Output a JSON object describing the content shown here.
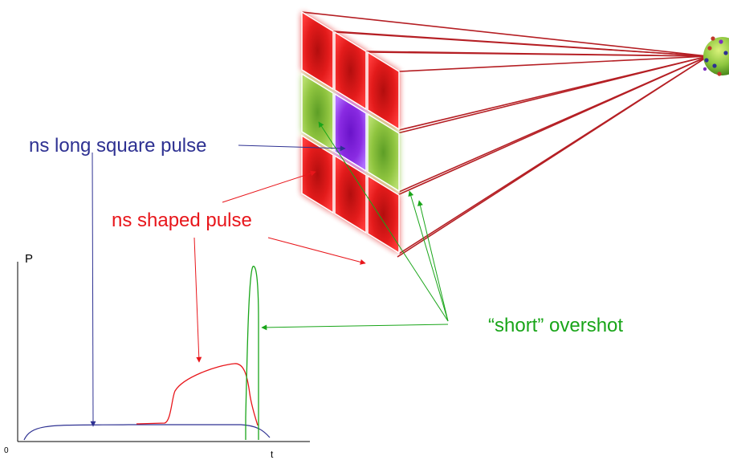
{
  "labels": {
    "square_pulse": "ns long square pulse",
    "shaped_pulse": "ns shaped pulse",
    "overshot": "“short” overshot"
  },
  "plot": {
    "y_axis_label": "P",
    "origin_label": "0",
    "x_axis_label": "t"
  },
  "colors": {
    "square": "#2e3192",
    "shaped": "#e8161b",
    "overshot": "#19a519",
    "beam": "#b51f24",
    "cell_red": "#e01a1a",
    "cell_green": "#8ec43e",
    "cell_purple": "#8a2be2"
  },
  "grid": {
    "rows": 3,
    "cols": 3,
    "cells": [
      "red",
      "red",
      "red",
      "green",
      "purple",
      "green",
      "red",
      "red",
      "red"
    ]
  },
  "target": {
    "icon": "target-sphere-icon"
  }
}
